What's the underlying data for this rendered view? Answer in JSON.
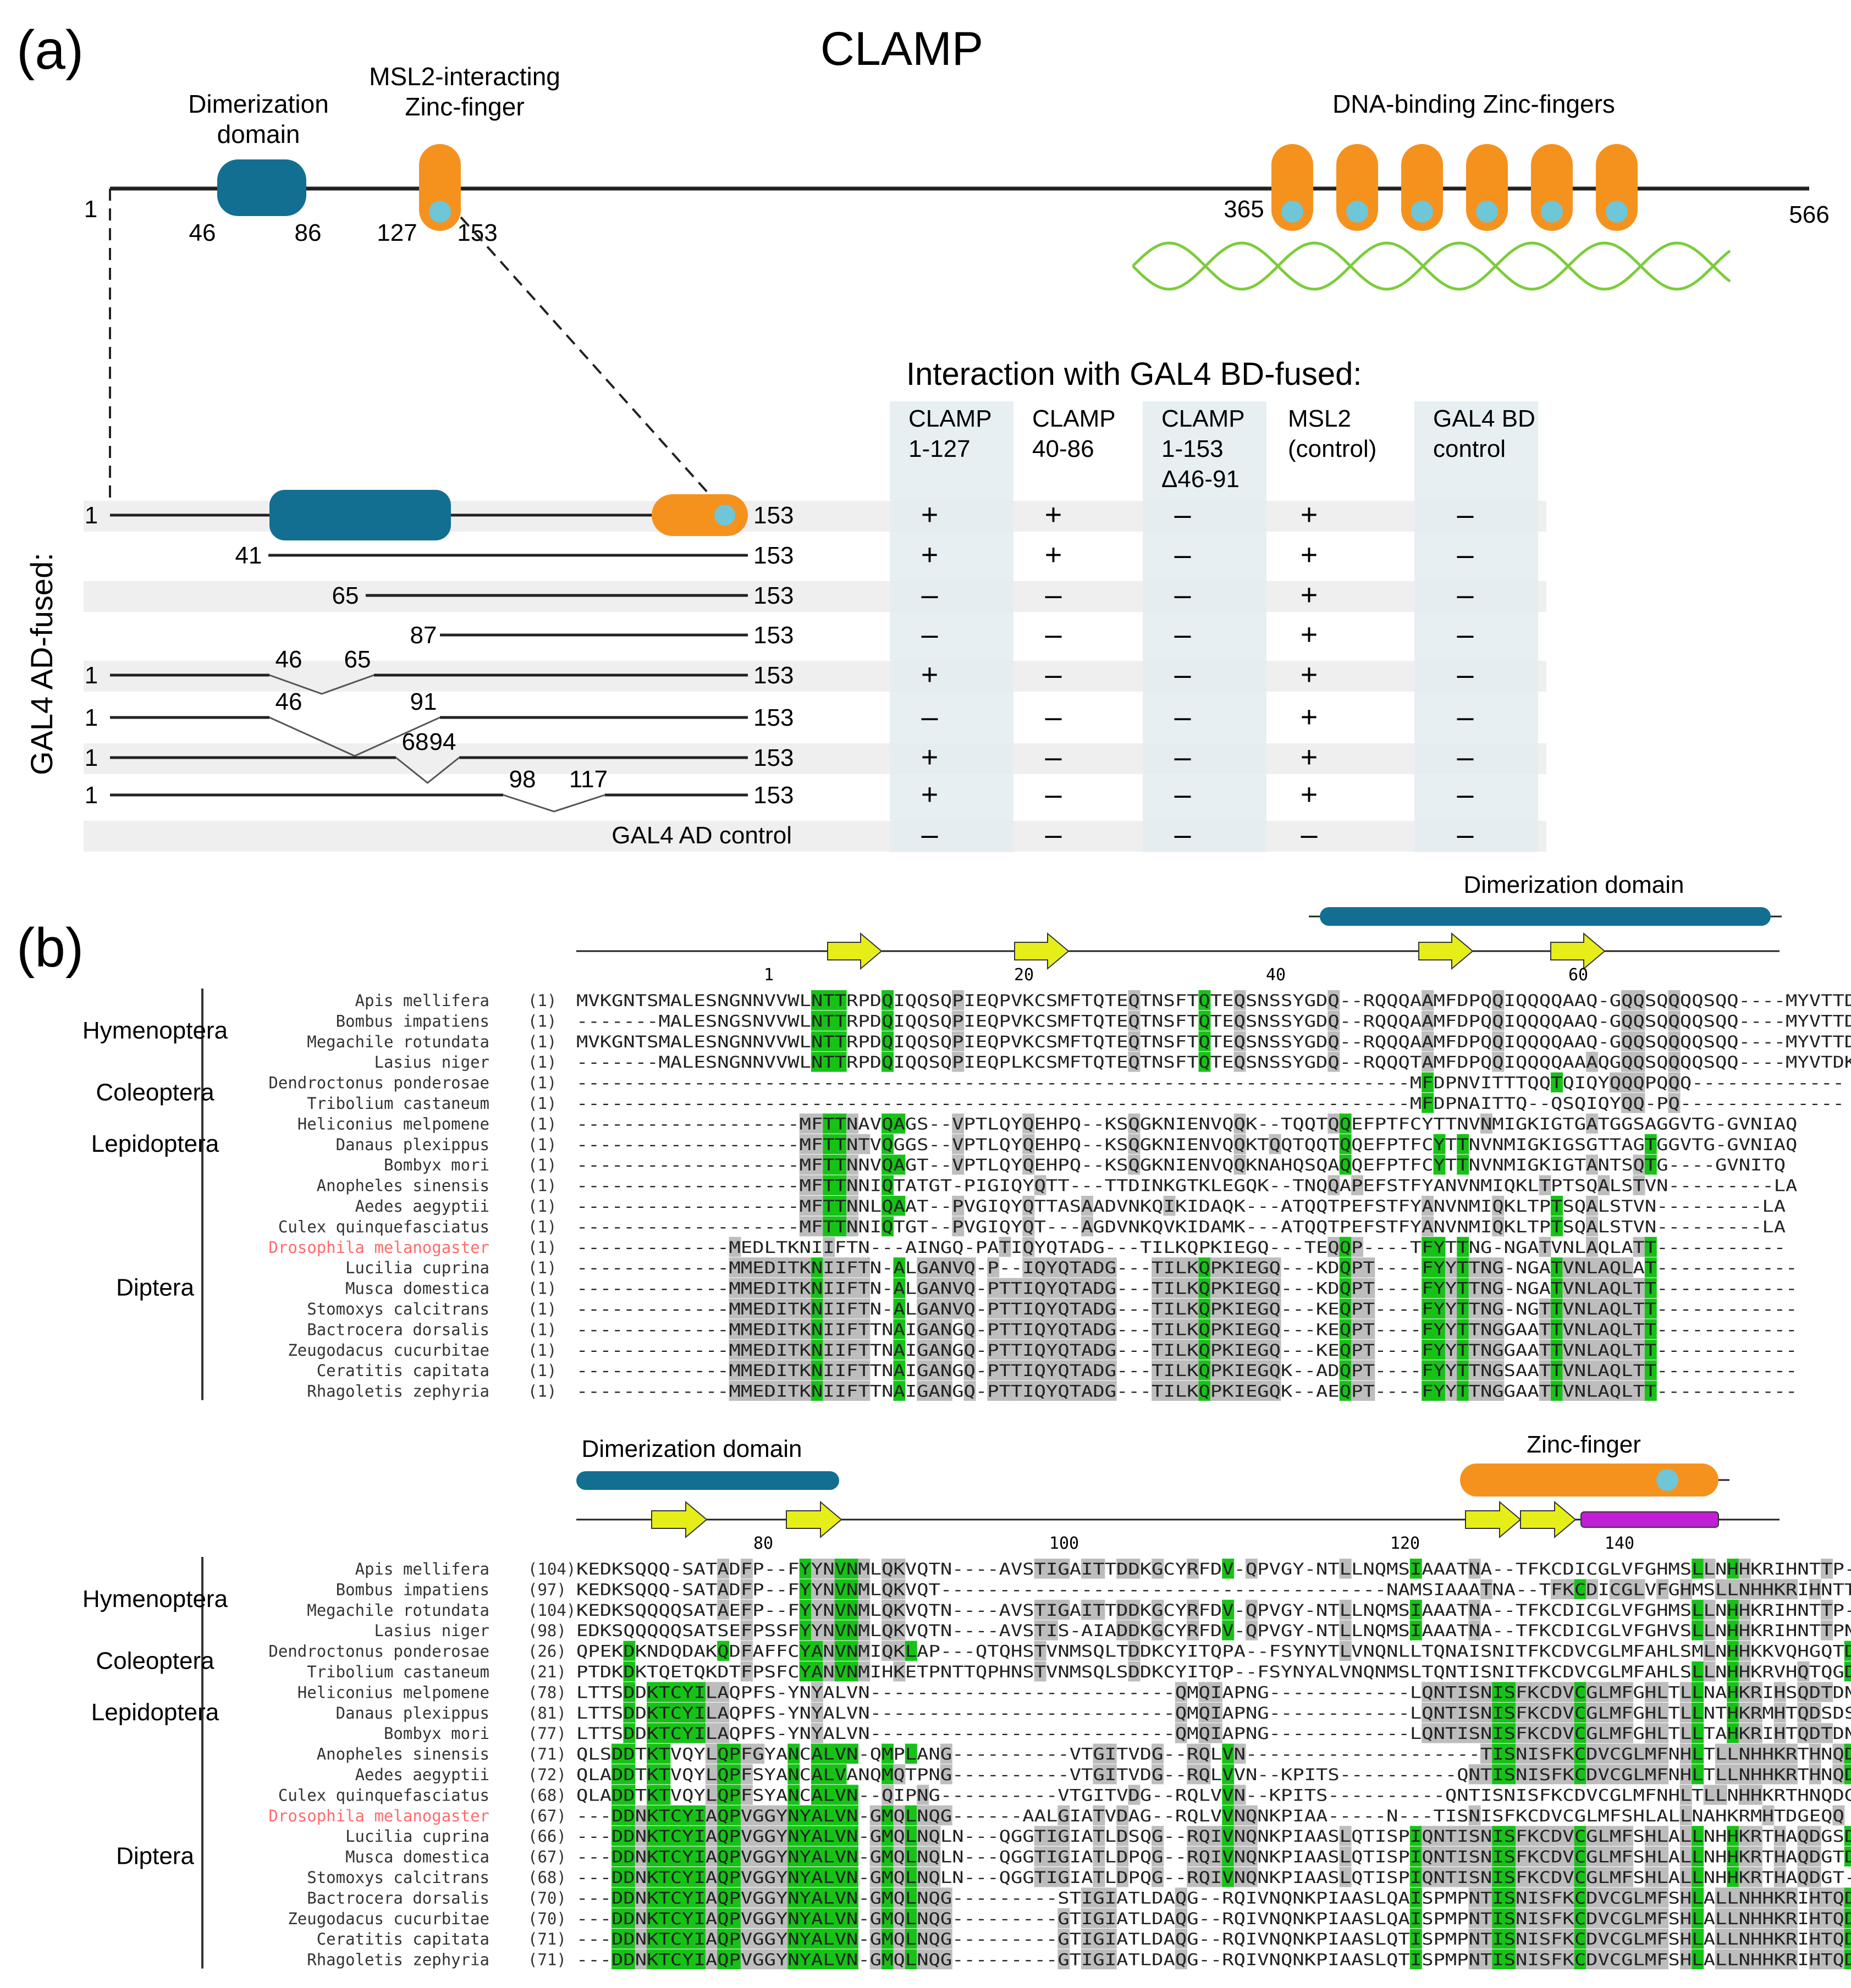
{
  "panel_a": {
    "label": "(a)",
    "title": "CLAMP",
    "domains": {
      "dimerization": "Dimerization\ndomain",
      "msl2_zf": "MSL2-interacting\nZinc-finger",
      "dna_zf": "DNA-binding Zinc-fingers"
    },
    "protein_positions": [
      "1",
      "46",
      "86",
      "127",
      "153",
      "365",
      "566"
    ],
    "interaction_title": "Interaction with GAL4 BD-fused:",
    "columns": [
      "CLAMP\n1-127",
      "CLAMP\n40-86",
      "CLAMP\n1-153\nΔ46-91",
      "MSL2\n(control)",
      "GAL4 BD\ncontrol"
    ],
    "side_label": "GAL4 AD-fused:",
    "constructs": [
      {
        "left": "1",
        "right": "153",
        "marks": [
          "1",
          "41"
        ],
        "results": [
          "+",
          "+",
          "–",
          "+",
          "–"
        ]
      },
      {
        "left": "41",
        "right": "153",
        "marks": [],
        "results": [
          "+",
          "+",
          "–",
          "+",
          "–"
        ]
      },
      {
        "left": "65",
        "right": "153",
        "marks": [],
        "results": [
          "–",
          "–",
          "–",
          "+",
          "–"
        ]
      },
      {
        "left": "87",
        "right": "153",
        "marks": [],
        "results": [
          "–",
          "–",
          "–",
          "+",
          "–"
        ]
      },
      {
        "left": "1",
        "right": "153",
        "marks": [
          "46",
          "65"
        ],
        "results": [
          "+",
          "–",
          "–",
          "+",
          "–"
        ]
      },
      {
        "left": "1",
        "right": "153",
        "marks": [
          "46",
          "91"
        ],
        "results": [
          "–",
          "–",
          "–",
          "+",
          "–"
        ]
      },
      {
        "left": "1",
        "right": "153",
        "marks": [
          "68",
          "94"
        ],
        "results": [
          "+",
          "–",
          "–",
          "+",
          "–"
        ]
      },
      {
        "left": "1",
        "right": "153",
        "marks": [
          "98",
          "117"
        ],
        "results": [
          "+",
          "–",
          "–",
          "+",
          "–"
        ]
      },
      {
        "left": "GAL4 AD control",
        "right": "",
        "marks": [],
        "results": [
          "–",
          "–",
          "–",
          "–",
          "–"
        ]
      }
    ]
  },
  "panel_b": {
    "label": "(b)",
    "block1": {
      "domain_label": "Dimerization domain",
      "ruler": [
        "1",
        "20",
        "40",
        "60"
      ],
      "groups": [
        {
          "name": "Hymenoptera",
          "rows": [
            0,
            1,
            2,
            3
          ]
        },
        {
          "name": "Coleoptera",
          "rows": [
            4,
            5
          ]
        },
        {
          "name": "Lepidoptera",
          "rows": [
            6,
            7,
            8
          ]
        },
        {
          "name": "Diptera",
          "rows": [
            9,
            10,
            11,
            12,
            13,
            14,
            15,
            16,
            17,
            18,
            19
          ]
        }
      ],
      "rows": [
        {
          "species": "Apis mellifera",
          "pos": "(1)",
          "seq": "MVKGNTSMALESNGNNVVWLNTTRPDQIQQSQPIEQPVKCSMFTQTEQTNSFTQTEQSNSSYGDQ--RQQQAAMFDPQQIQQQQAAQ-GQQSQQQQSQQ----MYVTTDK"
        },
        {
          "species": "Bombus impatiens",
          "pos": "(1)",
          "seq": "-------MALESNGSNVVWLNTTRPDQIQQSQPIEQPVKCSMFTQTEQTNSFTQTEQSNSSYGDQ--RQQQAAMFDPQQIQQQQAAQ-GQQSQQQQSQQ----MYVTTDK"
        },
        {
          "species": "Megachile rotundata",
          "pos": "(1)",
          "seq": "MVKGNTSMALESNGNNVVWLNTTRPDQIQQSQPIEQPVKCSMFTQTEQTNSFTQTEQSNSSYGDQ--RQQQAAMFDPQQIQQQQAAQ-GQQSQQQQSQQ----MYVTTDK"
        },
        {
          "species": "Lasius niger",
          "pos": "(1)",
          "seq": "-------MALESNGNNVVWLNTTRPDQIQQSQPIEQPLKCSMFTQTEQTNSFTQTEQSNSSYGDQ--RQQQTAMFDPQQIQQQQAAAQGQQSQQQQSQQ----MYVTDKK"
        },
        {
          "species": "Dendroctonus ponderosae",
          "pos": "(1)",
          "seq": "-----------------------------------------------------------------------MFDPNVITTTQQTQIQYQQQPQQQ-------------"
        },
        {
          "species": "Tribolium castaneum",
          "pos": "(1)",
          "seq": "-----------------------------------------------------------------------MFDPNAITTQ--QSQIQYQQ-PQ--------------"
        },
        {
          "species": "Heliconius melpomene",
          "pos": "(1)",
          "seq": "-------------------MFTTNAVQAGS--VPTLQYQEHPQ--KSQGKNIENVQQK--TQQTQQEFPTFCYTTNVNMIGKIGTGATGGSAGGVTG-GVNIAQ"
        },
        {
          "species": "Danaus plexippus",
          "pos": "(1)",
          "seq": "-------------------MFTTNTVQGGS--VPTLQYQEHPQ--KSQGKNIENVQQKTQQTQQTQQEFPTFCYTTNVNMIGKIGSGTTAGTGGVTG-GVNIAQ"
        },
        {
          "species": "Bombyx mori",
          "pos": "(1)",
          "seq": "-------------------MFTTNNVQAGT--VPTLQYQEHPQ--KSQGKNIENVQQKNAHQSQAQQEFPTFCYTTNVNMIGKIGTANTSQTG----GVNITQ"
        },
        {
          "species": "Anopheles sinensis",
          "pos": "(1)",
          "seq": "-------------------MFTTNNIQTATGT-PIGIQYQTT---TTDINKGTKLEGQK--TNQQAPEFSTFYANVNMIQKLTPTSQALSTVN---------LA"
        },
        {
          "species": "Aedes aegyptii",
          "pos": "(1)",
          "seq": "-------------------MFTTNNLQAAT--PVGIQYQTTASAADVNKQIKIDAQK---ATQQTPEFSTFYANVNMIQKLTPTSQALSTVN---------LA"
        },
        {
          "species": "Culex quinquefasciatus",
          "pos": "(1)",
          "seq": "-------------------MFTTNNIQTGT--PVGIQYQT---AGDVNKQVKIDAMK---ATQQTPEFSTFYANVNMIQKLTPTSQALSTVN---------LA"
        },
        {
          "species": "Drosophila melanogaster",
          "pos": "(1)",
          "seq": "-------------MEDLTKNIIFTN---AINGQ-PATIQYQTADG---TILKQPKIEGQ---TEQQP----TFYTTNG-NGATVNLAQLATT-----------"
        },
        {
          "species": "Lucilia cuprina",
          "pos": "(1)",
          "seq": "-------------MMEDITKNIIFTN-ALGANVQ-P--IQYQTADG---TILKQPKIEGQ---KDQPT----FYYTTNG-NGATVNLAQLAT------------"
        },
        {
          "species": "Musca domestica",
          "pos": "(1)",
          "seq": "-------------MMEDITKNIIFTN-ALGANVQ-PTTIQYQTADG---TILKQPKIEGQ---KDQPT----FYYTTNG-NGATVNLAQLTT------------"
        },
        {
          "species": "Stomoxys calcitrans",
          "pos": "(1)",
          "seq": "-------------MMEDITKNIIFTN-ALGANVQ-PTTIQYQTADG---TILKQPKIEGQ---KEQPT----FYYTTNG-NGTTVNLAQLTT------------"
        },
        {
          "species": "Bactrocera dorsalis",
          "pos": "(1)",
          "seq": "-------------MMEDITKNIIFTTNAIGANGQ-PTTIQYQTADG---TILKQPKIEGQ---KEQPT----FYYTTNGGAATTVNLAQLTT------------"
        },
        {
          "species": "Zeugodacus cucurbitae",
          "pos": "(1)",
          "seq": "-------------MMEDITKNIIFTTNAIGANGQ-PTTIQYQTADG---TILKQPKIEGQ---KEQPT----FYYTTNGGAATTVNLAQLTT------------"
        },
        {
          "species": "Ceratitis capitata",
          "pos": "(1)",
          "seq": "-------------MMEDITKNIIFTTNAIGANGQ-PTTIQYQTADG---TILKQPKIEGQK--ADQPT----FYYTTNGSAATTVNLAQLTT------------"
        },
        {
          "species": "Rhagoletis zephyria",
          "pos": "(1)",
          "seq": "-------------MMEDITKNIIFTTNAIGANGQ-PTTIQYQTADG---TILKQPKIEGQK--AEQPT----FYYTTNGGAATTVNLAQLTT------------"
        }
      ]
    },
    "block2": {
      "domain_label_left": "Dimerization domain",
      "domain_label_right": "Zinc-finger",
      "ruler": [
        "80",
        "100",
        "120",
        "140"
      ],
      "groups": [
        {
          "name": "Hymenoptera",
          "rows": [
            0,
            1,
            2,
            3
          ]
        },
        {
          "name": "Coleoptera",
          "rows": [
            4,
            5
          ]
        },
        {
          "name": "Lepidoptera",
          "rows": [
            6,
            7,
            8
          ]
        },
        {
          "name": "Diptera",
          "rows": [
            9,
            10,
            11,
            12,
            13,
            14,
            15,
            16,
            17,
            18,
            19
          ]
        }
      ],
      "rows": [
        {
          "species": "Apis mellifera",
          "pos": "(104)",
          "seq": "KEDKSQQQ-SATADFP--FYYNVNMLQKVQTN----AVSTIGAITTDDKGCYRFDV-QPVGY-NTLLNQMSIAAATNA--TFKCDICGLVFGHMSLLNHHKRIHNTTP-S"
        },
        {
          "species": "Bombus impatiens",
          "pos": "(97)",
          "seq": "KEDKSQQQ-SATADFP--FYYNVNMLQKVQT--------------------------------------NAMSIAAATNA--TFKCDICGLVFGHMSLLNHHKRIHNTTP-S"
        },
        {
          "species": "Megachile rotundata",
          "pos": "(104)",
          "seq": "KEDKSQQQQSATAEFP--FYYNVNMLQKVQTN----AVSTIGAITTDDKGCYRFDV-QPVGY-NTLLNQMSIAAATNA--TFKCDICGLVFGHMSLLNHHKRIHNTTP-S"
        },
        {
          "species": "Lasius niger",
          "pos": "(98)",
          "seq": "EDKSQQQQQSATSEFPSSFYYNVNMLQKVQTN----AVSTIS-AIADDKGCYRFDV-QPVGY-NTLLNQMSIAAATNA--TFKCDICGLVFGHVSLLNHHKRIHNTTPNS"
        },
        {
          "species": "Dendroctonus ponderosae",
          "pos": "(26)",
          "seq": "QPEKDKNDQDAKQDFAFFCYANVNMIQKLAP---QTQHSTVNMSQLTDDKCYITQPA--FSYNYTLVNQNLLTQNAISNITFKCDVCGLMFAHLSMLNHHKKVQHGQTDQ"
        },
        {
          "species": "Tribolium castaneum",
          "pos": "(21)",
          "seq": "PTDKDKTQETQKDTFPSFCYANVNMIHKETPNTTQPHNSTVNMSQLSDDKCYITQP--FSYNYALVNQNMSLTQNTISNITFKCDVCGLMFAHLSLLNHHKRVHQTQGDQ"
        },
        {
          "species": "Heliconius melpomene",
          "pos": "(78)",
          "seq": "LTTSDDKTCYILAQPFS-YNYALVN--------------------------QMQIAPNG------------LQNTISNISFKCDVCGLMFGHLTLLNAHKRIHSQDTDN"
        },
        {
          "species": "Danaus plexippus",
          "pos": "(81)",
          "seq": "LTTSDDKTCYILAQPFS-YNYALVN--------------------------QMQIAPNG------------LQNTISNISFKCDVCGLMFGHLTLLNTHKRMHTQDSDS"
        },
        {
          "species": "Bombyx mori",
          "pos": "(77)",
          "seq": "LTTSDDKTCYILAQPFS-YNYALVN--------------------------QMQIAPNG------------LQNTISNISFKCDVCGLMFGHLTLLTAHKRIHTQDTDN"
        },
        {
          "species": "Anopheles sinensis",
          "pos": "(71)",
          "seq": "QLSDDTKTVQYLQPFGYANCALVN-QMPLANG----------VTGITVDG--RQLVN--------------------TISNISFKCDVCGLMFNHLTLLNHHKRTHNQDGET"
        },
        {
          "species": "Aedes aegyptii",
          "pos": "(72)",
          "seq": "QLADDTKTVQYLQPFSYANCALVANQMQTPNG----------VTGITVDG--RQLVVN--KPITS----------QNTISNISFKCDVCGLMFNHLTLLNHHKRTHNQDGEP"
        },
        {
          "species": "Culex quinquefasciatus",
          "pos": "(68)",
          "seq": "QLADDTKTVQYLQPFSYANCALVN--QIPNG----------VTGITVDG--RQLVVN--KPITS----------QNTISNISFKCDVCGLMFNHLTLLNHHKRTHNQDGES"
        },
        {
          "species": "Drosophila melanogaster",
          "pos": "(67)",
          "seq": "---DDNKTCYIAQPVGGYNYALVN-GMQLNQG------AALGIATVDAG--RQLVVNQNKPIAA-----N---TISNISFKCDVCGLMFSHLALLNAHKRMHTDGEQQ"
        },
        {
          "species": "Lucilia cuprina",
          "pos": "(66)",
          "seq": "---DDNKTCYIAQPVGGYNYALVN-GMQLNQLN---QGGTIGIATLDSQG--RQIVNQNKPIAASLQTISPIQNTISNISFKCDVCGLMFSHLALLNHHKRTHAQDGSD"
        },
        {
          "species": "Musca domestica",
          "pos": "(67)",
          "seq": "---DDNKTCYIAQPVGGYNYALVN-GMQLNQLN---QGGTIGIATLDPQG--RQIVNQNKPIAASLQTISPIQNTISNISFKCDVCGLMFSHLALLNHHKRTHAQDGTD"
        },
        {
          "species": "Stomoxys calcitrans",
          "pos": "(68)",
          "seq": "---DDNKTCYIAQPVGGYNYALVN-GMQLNQLN---QGGTIGIATLDPQG--RQIVNQNKPIAASLQTISPIQNTISNISFKCDVCGLMFSHLALLNHHKRTHAQDGT-"
        },
        {
          "species": "Bactrocera dorsalis",
          "pos": "(70)",
          "seq": "---DDNKTCYIAQPVGGYNYALVN-GMQLNQG---------STIGIATLDAQG--RQIVNQNKPIAASLQAISPMPNTISNISFKCDVCGLMFSHLALLNHHKRIHTQDGSD"
        },
        {
          "species": "Zeugodacus cucurbitae",
          "pos": "(70)",
          "seq": "---DDNKTCYIAQPVGGYNYALVN-GMQLNQG---------GTIGIATLDAQG--RQIVNQNKPIAASLQAISPMPNTISNISFKCDVCGLMFSHLALLNHHKRIHTQDGSD"
        },
        {
          "species": "Ceratitis capitata",
          "pos": "(71)",
          "seq": "---DDNKTCYIAQPVGGYNYALVN-GMQLNQG---------GTIGIATLDAQG--RQIVNQNKPIAASLQTISPMPNTISNISFKCDVCGLMFSHLALLNHHKRIHTQDGSD"
        },
        {
          "species": "Rhagoletis zephyria",
          "pos": "(71)",
          "seq": "---DDNKTCYIAQPVGGYNYALVN-GMQLNQG---------GTIGIATLDAQG--RQIVNQNKPIAASLQTISPMPNTISNISFKCDVCGLMFSHLALLNHHKRIHTQDGSD"
        }
      ]
    },
    "highlight_species": "Drosophila melanogaster",
    "colors": {
      "conserved": "#17c217",
      "identical": "#000000",
      "similar": "#bdbdbd",
      "dimer": "#126f92",
      "zf": "#f5921e",
      "zinc": "#6ec6d6",
      "helix": "#c01fd6",
      "arrow": "#e6ee1a",
      "dna": "#7ccc3a",
      "highlight": "#ff6b6b"
    }
  }
}
